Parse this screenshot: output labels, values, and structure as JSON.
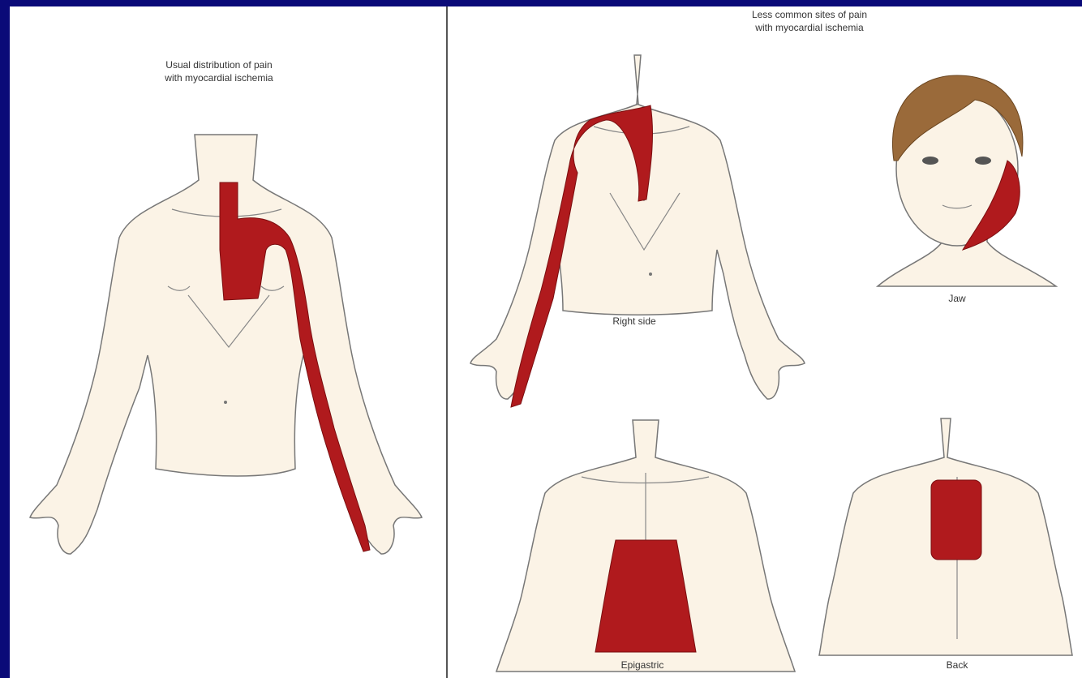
{
  "left_panel": {
    "title_line1": "Usual distribution of pain",
    "title_line2": "with myocardial ischemia"
  },
  "right_panel": {
    "title_line1": "Less common sites of pain",
    "title_line2": "with myocardial ischemia",
    "labels": {
      "right_side": "Right side",
      "jaw": "Jaw",
      "epigastric": "Epigastric",
      "back": "Back"
    }
  },
  "colors": {
    "frame": "#0a0a78",
    "pain": "#b01a1d",
    "skin": "#fbf3e6"
  }
}
